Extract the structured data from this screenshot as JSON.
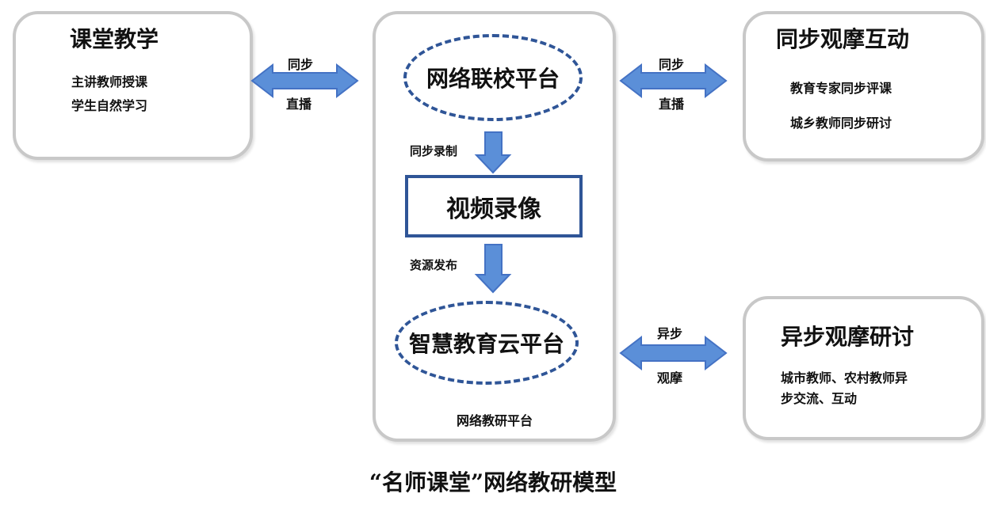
{
  "left_box": {
    "title": "课堂教学",
    "lines": [
      "主讲教师授课",
      "学生自然学习"
    ]
  },
  "center_box": {
    "top_ellipse": "网络联校平台",
    "record_label": "同步录制",
    "video_box": "视频录像",
    "publish_label": "资源发布",
    "bottom_ellipse": "智慧教育云平台",
    "footer": "网络教研平台"
  },
  "right_top_box": {
    "title": "同步观摩互动",
    "lines": [
      "教育专家同步评课",
      "城乡教师同步研讨"
    ]
  },
  "right_bottom_box": {
    "title": "异步观摩研讨",
    "lines": [
      "城市教师、农村教师异",
      "步交流、互动"
    ]
  },
  "arrow_left": {
    "top": "同步",
    "bottom": "直播"
  },
  "arrow_right_top": {
    "top": "同步",
    "bottom": "直播"
  },
  "arrow_right_bottom": {
    "top": "异步",
    "bottom": "观摩"
  },
  "caption": "“名师课堂”网络教研模型",
  "colors": {
    "arrow_fill": "#5b8fd8",
    "arrow_stroke": "#4472c4",
    "dashed": "#2f5597",
    "box_border": "#c8c8c8"
  }
}
